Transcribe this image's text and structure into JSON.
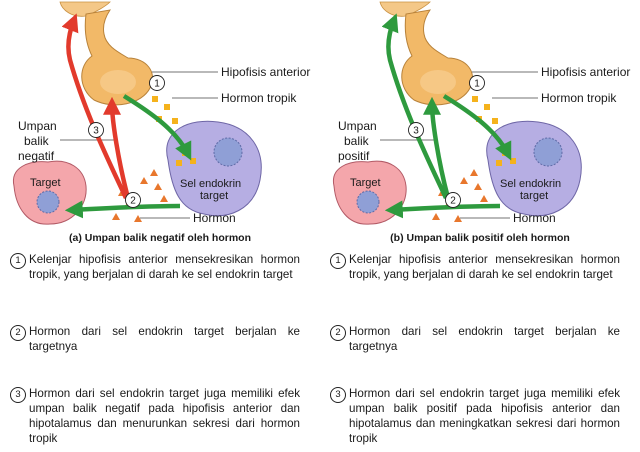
{
  "panels": [
    {
      "id": "a",
      "feedback_type": "negative",
      "arrow_color": "#e23a2c",
      "labels": {
        "hipofisis": "Hipofisis anterior",
        "hormon_tropik": "Hormon tropik",
        "umpan": "Umpan",
        "balik": "balik",
        "feedback": "negatif",
        "target": "Target",
        "sel_endokrin": "Sel endokrin",
        "sel_target": "target",
        "hormon": "Hormon"
      },
      "caption": "(a) Umpan balik negatif oleh hormon",
      "steps": [
        {
          "num": "1",
          "text": "Kelenjar hipofisis anterior mensekresikan hormon tropik, yang berjalan di darah ke sel endokrin target"
        },
        {
          "num": "2",
          "text": "Hormon dari sel endokrin target berjalan ke targetnya"
        },
        {
          "num": "3",
          "text": "Hormon dari sel endokrin target juga memiliki efek umpan balik negatif pada hipofisis anterior dan hipotalamus dan menurunkan sekresi dari hormon tropik"
        }
      ]
    },
    {
      "id": "b",
      "feedback_type": "positive",
      "arrow_color": "#2e9a3e",
      "labels": {
        "hipofisis": "Hipofisis anterior",
        "hormon_tropik": "Hormon tropik",
        "umpan": "Umpan",
        "balik": "balik",
        "feedback": "positif",
        "target": "Target",
        "sel_endokrin": "Sel endokrin",
        "sel_target": "target",
        "hormon": "Hormon"
      },
      "caption": "(b) Umpan balik positif oleh hormon",
      "steps": [
        {
          "num": "1",
          "text": "Kelenjar hipofisis anterior mensekresikan hormon tropik, yang berjalan di darah ke sel endokrin target"
        },
        {
          "num": "2",
          "text": "Hormon dari sel endokrin target berjalan ke targetnya"
        },
        {
          "num": "3",
          "text": "Hormon dari sel endokrin target juga memiliki efek umpan balik positif pada hipofisis anterior dan hipotalamus dan meningkatkan sekresi dari hormon tropik"
        }
      ]
    }
  ],
  "colors": {
    "pituitary": "#f2b968",
    "tropic_hormone": "#f5b21c",
    "cell_hormone": "#e8772d",
    "target_cell": "#f4a6ab",
    "endocrine_cell": "#b6aee3",
    "nucleus": "#8f9fd6",
    "green_arrow": "#2e9a3e"
  }
}
